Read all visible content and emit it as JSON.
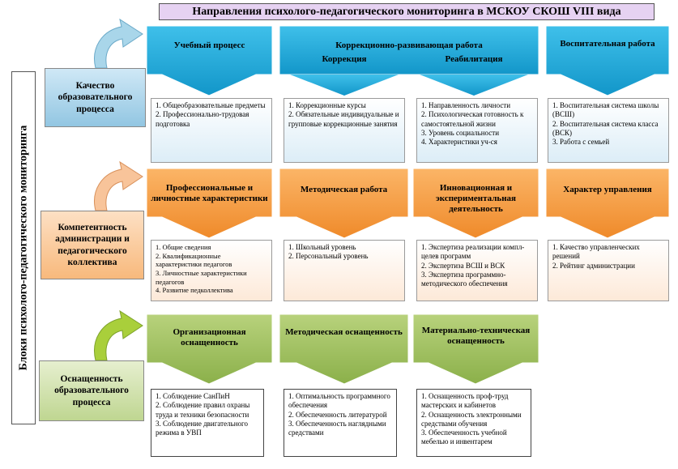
{
  "title": "Направления психолого-педагогического мониторинга в МСКОУ СКОШ VIII вида",
  "vertical_label": "Блоки психолого-педагогического мониторинга",
  "blocks": [
    {
      "side_label": "Качество образовательного процесса",
      "color": "#1aa6d6",
      "columns": [
        {
          "header": "Учебный процесс",
          "items": [
            "1. Общеобразовательные предметы",
            "2. Профессионально-трудовая подготовка"
          ]
        },
        {
          "header": "Коррекционно-развивающая работа",
          "subheaders": [
            "Коррекция",
            "Реабилитация"
          ]
        },
        {
          "header": "",
          "items": [
            "1. Коррекционные курсы",
            "2. Обязательные индивидуальные и групповые коррекционные занятия"
          ]
        },
        {
          "header": "",
          "items": [
            "1. Направленность личности",
            "2. Психологическая готовность к самостоятельной жизни",
            "3. Уровень социальности",
            "4. Характеристики уч-ся"
          ]
        },
        {
          "header": "Воспитательная работа",
          "items": [
            "1. Воспитательная система школы (ВСШ)",
            "2. Воспитательная система класса (ВСК)",
            "3. Работа с семьей"
          ]
        }
      ]
    },
    {
      "side_label": "Компетентность администрации и педагогического коллектива",
      "color": "#f29a3c",
      "columns": [
        {
          "header": "Профессиональные и личностные характеристики",
          "items": [
            "1. Общие сведения",
            "2. Квалификационные характеристики педагогов",
            "3. Личностные характеристики педагогов",
            "4. Развитие педколлектива"
          ]
        },
        {
          "header": "Методическая работа",
          "items": [
            "1. Школьный уровень",
            "2. Персональный уровень"
          ]
        },
        {
          "header": "Инновационная и экспериментальная деятельность",
          "items": [
            "1. Экспертиза реализации компл-целев программ",
            "2. Экспертиза ВСШ и ВСК",
            "3. Экспертиза программно-методического обеспечения"
          ]
        },
        {
          "header": "Характер управления",
          "items": [
            "1. Качество управленческих решений",
            "2. Рейтинг администрации"
          ]
        }
      ]
    },
    {
      "side_label": "Оснащенность образовательного процесса",
      "color": "#9bbb59",
      "columns": [
        {
          "header": "Организационная оснащенность",
          "items": [
            "1. Соблюдение СанПиН",
            "2. Соблюдение правил охраны труда и техники безопасности",
            "3. Соблюдение двигательного режима в УВП"
          ]
        },
        {
          "header": "Методическая оснащенность",
          "items": [
            "1. Оптимальность программного обеспечения",
            "2. Обеспеченность литературой",
            "3. Обеспеченность наглядными средствами"
          ]
        },
        {
          "header": "Материально-техническая оснащенность",
          "items": [
            "1. Оснащенность проф-труд мастерских и кабинетов",
            "2. Оснащенность электронными средствами обучения",
            "3. Обеспеченность учебной мебелью и инвентарем"
          ]
        }
      ]
    }
  ]
}
